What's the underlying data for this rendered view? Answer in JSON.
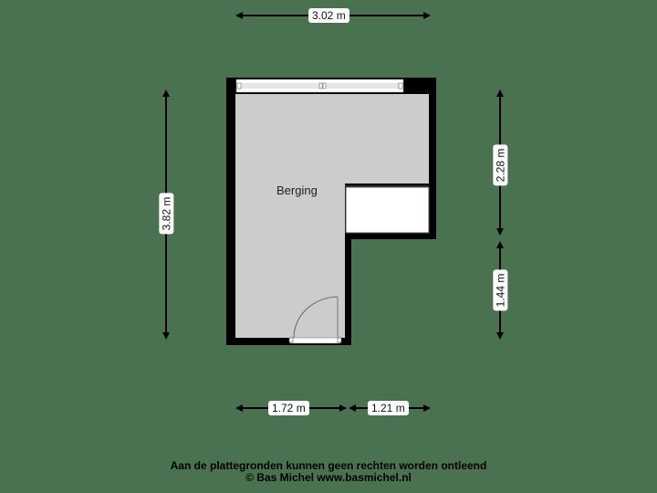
{
  "floorplan": {
    "background_color": "#4a7150",
    "wall_color": "#000000",
    "floor_color": "#cccccc",
    "rooms": [
      {
        "name": "Berging"
      }
    ],
    "dimensions": {
      "top_width": "3.02 m",
      "left_height": "3.82 m",
      "right_upper_height": "2.28 m",
      "right_lower_height": "1.44 m",
      "bottom_left_width": "1.72 m",
      "bottom_right_width": "1.21 m"
    }
  },
  "footer": {
    "disclaimer": "Aan de plattegronden kunnen geen rechten worden ontleend",
    "copyright": "© Bas Michel www.basmichel.nl"
  }
}
